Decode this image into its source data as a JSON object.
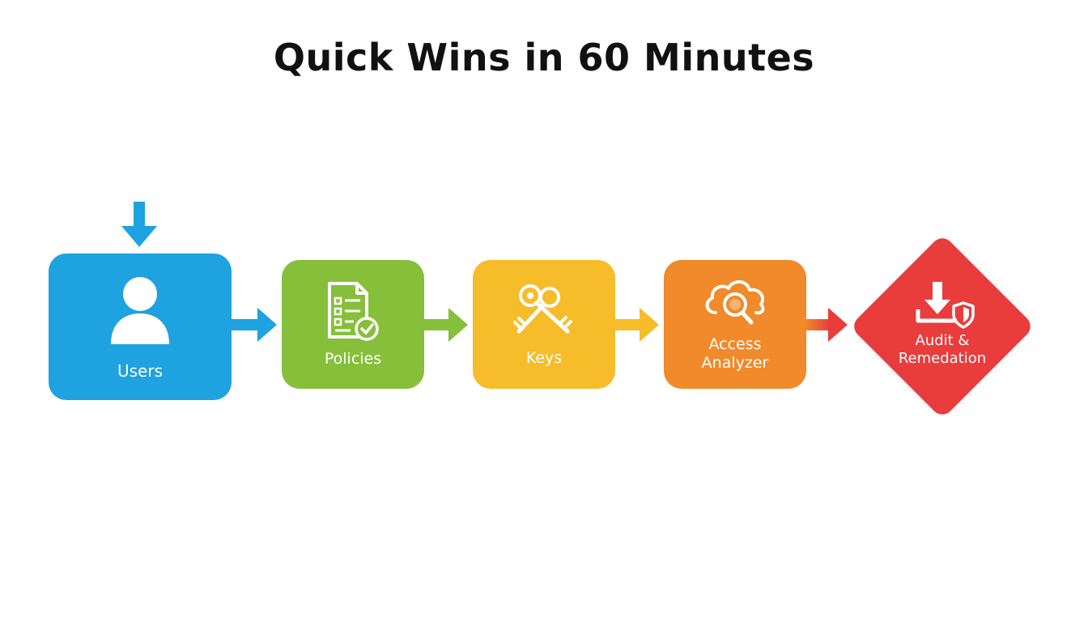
{
  "title": "Quick Wins in 60 Minutes",
  "colors": {
    "users": "#1ea2e0",
    "policies": "#86bf3a",
    "keys": "#f6bc2a",
    "access": "#f08a2a",
    "audit": "#e93c3c",
    "background": "#ffffff"
  },
  "nodes": [
    {
      "label": "Users",
      "icon": "user-icon"
    },
    {
      "label": "Policies",
      "icon": "policy-document-icon"
    },
    {
      "label": "Keys",
      "icon": "keys-icon"
    },
    {
      "label": "Access\nAnalyzer",
      "icon": "cloud-search-icon"
    },
    {
      "label": "Audit &\nRemedation",
      "icon": "download-shield-icon"
    }
  ]
}
